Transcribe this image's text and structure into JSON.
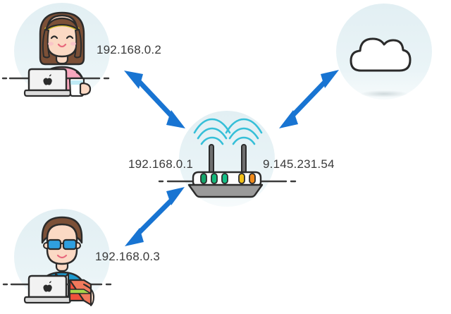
{
  "diagram": {
    "title": "home-network-topology",
    "background_color": "#ffffff",
    "arrow_color": "#1874d2",
    "circle_tint": "#e7f1f4",
    "line_color": "#3c3c3c",
    "wifi_color": "#35bfd8",
    "label_color": "#3a3a3a"
  },
  "nodes": {
    "workstation_top": {
      "name": "woman-at-laptop",
      "ip": "192.168.0.2",
      "hair_color": "#7c5037",
      "headband_color": "#d9c02a",
      "shirt_color": "#f8a6bd",
      "skin_color": "#fbd9c4",
      "laptop_color": "#f2f2f2",
      "cup_color": "#bfeaf5"
    },
    "workstation_bottom": {
      "name": "man-at-laptop",
      "ip": "192.168.0.3",
      "hair_color": "#7c5037",
      "glasses_color": "#2f9fe0",
      "shirt_color": "#1d9bd1",
      "skin_color": "#fbd9c4",
      "laptop_color": "#f2f2f2",
      "books_color": "#f0513c"
    },
    "router": {
      "name": "wifi-router",
      "lan_ip": "192.168.0.1",
      "wan_ip": "9.145.231.54",
      "body_color": "#fdfdfd",
      "base_color": "#9a9a9a",
      "antenna_color": "#6f6f6f",
      "leds": [
        "#13a56a",
        "#13b87a",
        "#12bf86",
        "#f2c018",
        "#f08a1a"
      ]
    },
    "cloud": {
      "name": "internet-cloud",
      "fill": "#ffffff",
      "stroke": "#2b2b2b"
    }
  },
  "links": [
    {
      "name": "link-pc-top-router",
      "from": "workstation_top",
      "to": "router",
      "style": "double-arrow"
    },
    {
      "name": "link-pc-bottom-router",
      "from": "workstation_bottom",
      "to": "router",
      "style": "double-arrow"
    },
    {
      "name": "link-router-cloud",
      "from": "router",
      "to": "cloud",
      "style": "double-arrow"
    }
  ]
}
